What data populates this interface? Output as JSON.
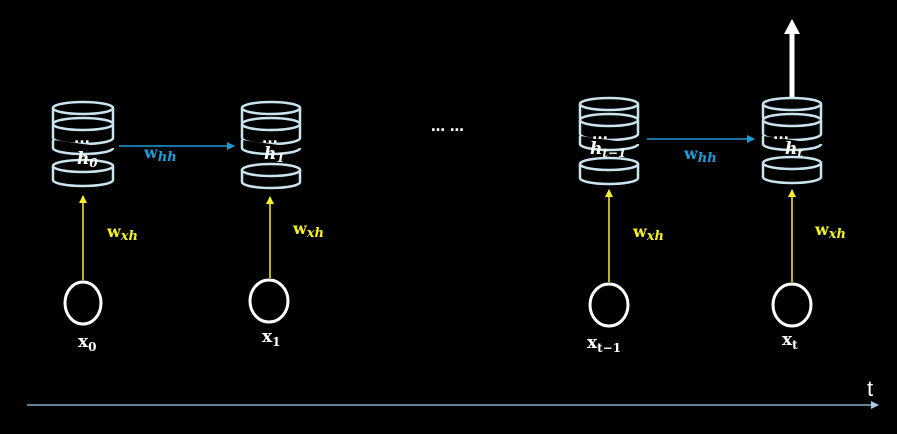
{
  "colors": {
    "background": "#000000",
    "stack_stroke": "#c9e4ee",
    "input_weight": "#f5ef2a",
    "recurrent_weight": "#1e9bd7",
    "text": "#ffffff"
  },
  "ellipsis_middle": "… …",
  "ellipsis_layer": "...",
  "time_axis": {
    "label": "t"
  },
  "units": [
    {
      "hidden": {
        "base": "h",
        "sub": "0"
      },
      "input": {
        "base": "x",
        "sub": "0"
      },
      "input_weight": {
        "base": "w",
        "sub": "xh"
      },
      "recurrent_weight": {
        "base": "w",
        "sub": "hh"
      }
    },
    {
      "hidden": {
        "base": "h",
        "sub": "1"
      },
      "input": {
        "base": "x",
        "sub": "1"
      },
      "input_weight": {
        "base": "w",
        "sub": "xh"
      }
    },
    {
      "hidden": {
        "base": "h",
        "sub": "t−1"
      },
      "input": {
        "base": "x",
        "sub": "t−1"
      },
      "input_weight": {
        "base": "w",
        "sub": "xh"
      },
      "recurrent_weight": {
        "base": "w",
        "sub": "hh"
      }
    },
    {
      "hidden": {
        "base": "h",
        "sub": "t"
      },
      "input": {
        "base": "x",
        "sub": "t"
      },
      "input_weight": {
        "base": "w",
        "sub": "xh"
      }
    }
  ]
}
